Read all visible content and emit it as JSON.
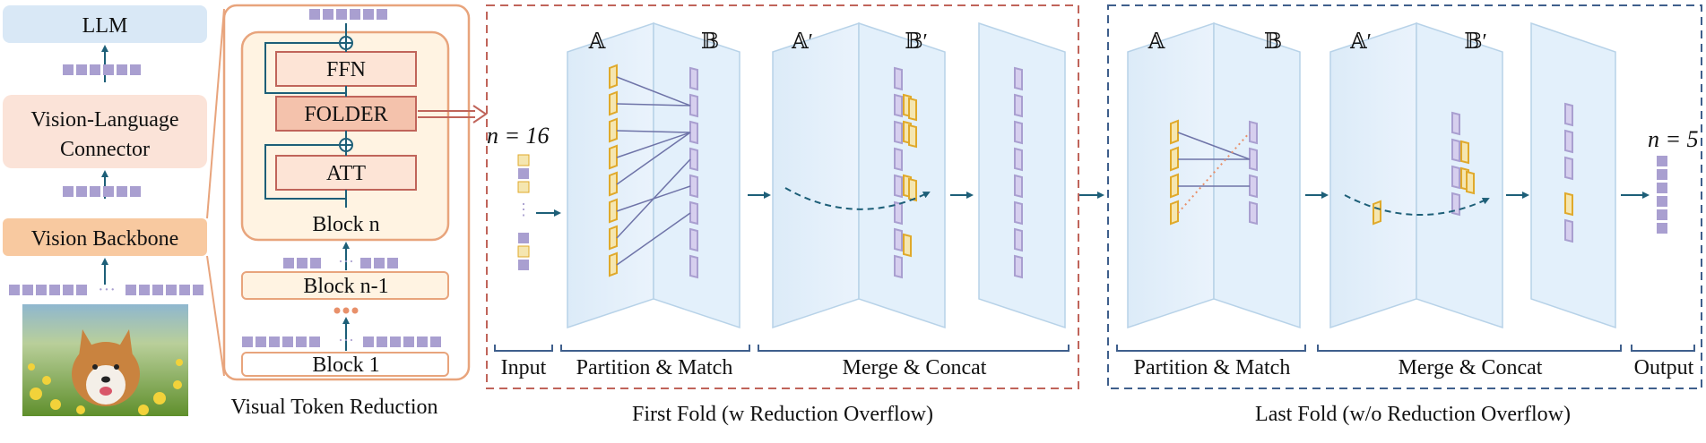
{
  "left_column": {
    "llm": "LLM",
    "connector_line1": "Vision-Language",
    "connector_line2": "Connector",
    "backbone": "Vision Backbone",
    "dots": "···"
  },
  "reduction_panel": {
    "ffn": "FFN",
    "folder": "FOLDER",
    "att": "ATT",
    "block_n": "Block n",
    "block_n_minus_1": "Block n-1",
    "block_1": "Block 1",
    "dots": "···",
    "caption": "Visual Token Reduction"
  },
  "first_fold": {
    "n_label": "n = 16",
    "label_A": "𝔸",
    "label_B": "𝔹",
    "label_A_prime": "𝔸′",
    "label_B_prime": "𝔹′",
    "brace_input": "Input",
    "brace_partition": "Partition & Match",
    "brace_merge": "Merge & Concat",
    "caption": "First Fold (w Reduction Overflow)"
  },
  "last_fold": {
    "n_label": "n = 5",
    "label_A": "𝔸",
    "label_B": "𝔹",
    "label_A_prime": "𝔸′",
    "label_B_prime": "𝔹′",
    "brace_partition": "Partition & Match",
    "brace_merge": "Merge & Concat",
    "brace_output": "Output",
    "caption": "Last Fold (w/o Reduction Overflow)"
  },
  "colors": {
    "token_purple": "#a99fd0",
    "token_yellow": "#f5e6b0",
    "token_yellow_border": "#e0a92a",
    "llm_bg": "#d9e8f6",
    "connector_bg": "#fbe3d8",
    "backbone_bg": "#f8c9a0",
    "folder_bg": "#f4c2ac",
    "block_bg": "#fff3e2",
    "orange_border": "#e8a47c",
    "arrow_teal": "#1d5f78",
    "first_fold_dash": "#c0645a",
    "last_fold_dash": "#3f5f8c",
    "panel_blue": "#e3f0fb"
  },
  "icons": [
    "arrow-up-icon",
    "arrow-right-icon",
    "curved-dashed-arrow-icon",
    "plus-circle-icon",
    "corgi-photo"
  ]
}
